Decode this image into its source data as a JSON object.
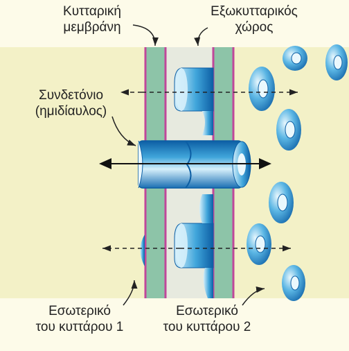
{
  "labels": {
    "membrane": [
      "Κυτταρική",
      "μεμβράνη"
    ],
    "extracellular": [
      "Εξωκυτταρικός",
      "χώρος"
    ],
    "connexon": [
      "Συνδετόνιο",
      "(ημιδίαυλος)"
    ],
    "cell1": [
      "Εσωτερικό",
      "του κυττάρου 1"
    ],
    "cell2": [
      "Εσωτερικό",
      "του κυττάρου 2"
    ]
  },
  "colors": {
    "background": "#fdfbe9",
    "cytoplasm": "#f3f1c7",
    "extracellular": "#e7eadf",
    "membrane": "#8dc4a8",
    "membrane_edge": "#c0479a",
    "channel_light": "#c7eaf7",
    "channel_mid": "#41a6db",
    "channel_dark": "#0c5ea4"
  }
}
